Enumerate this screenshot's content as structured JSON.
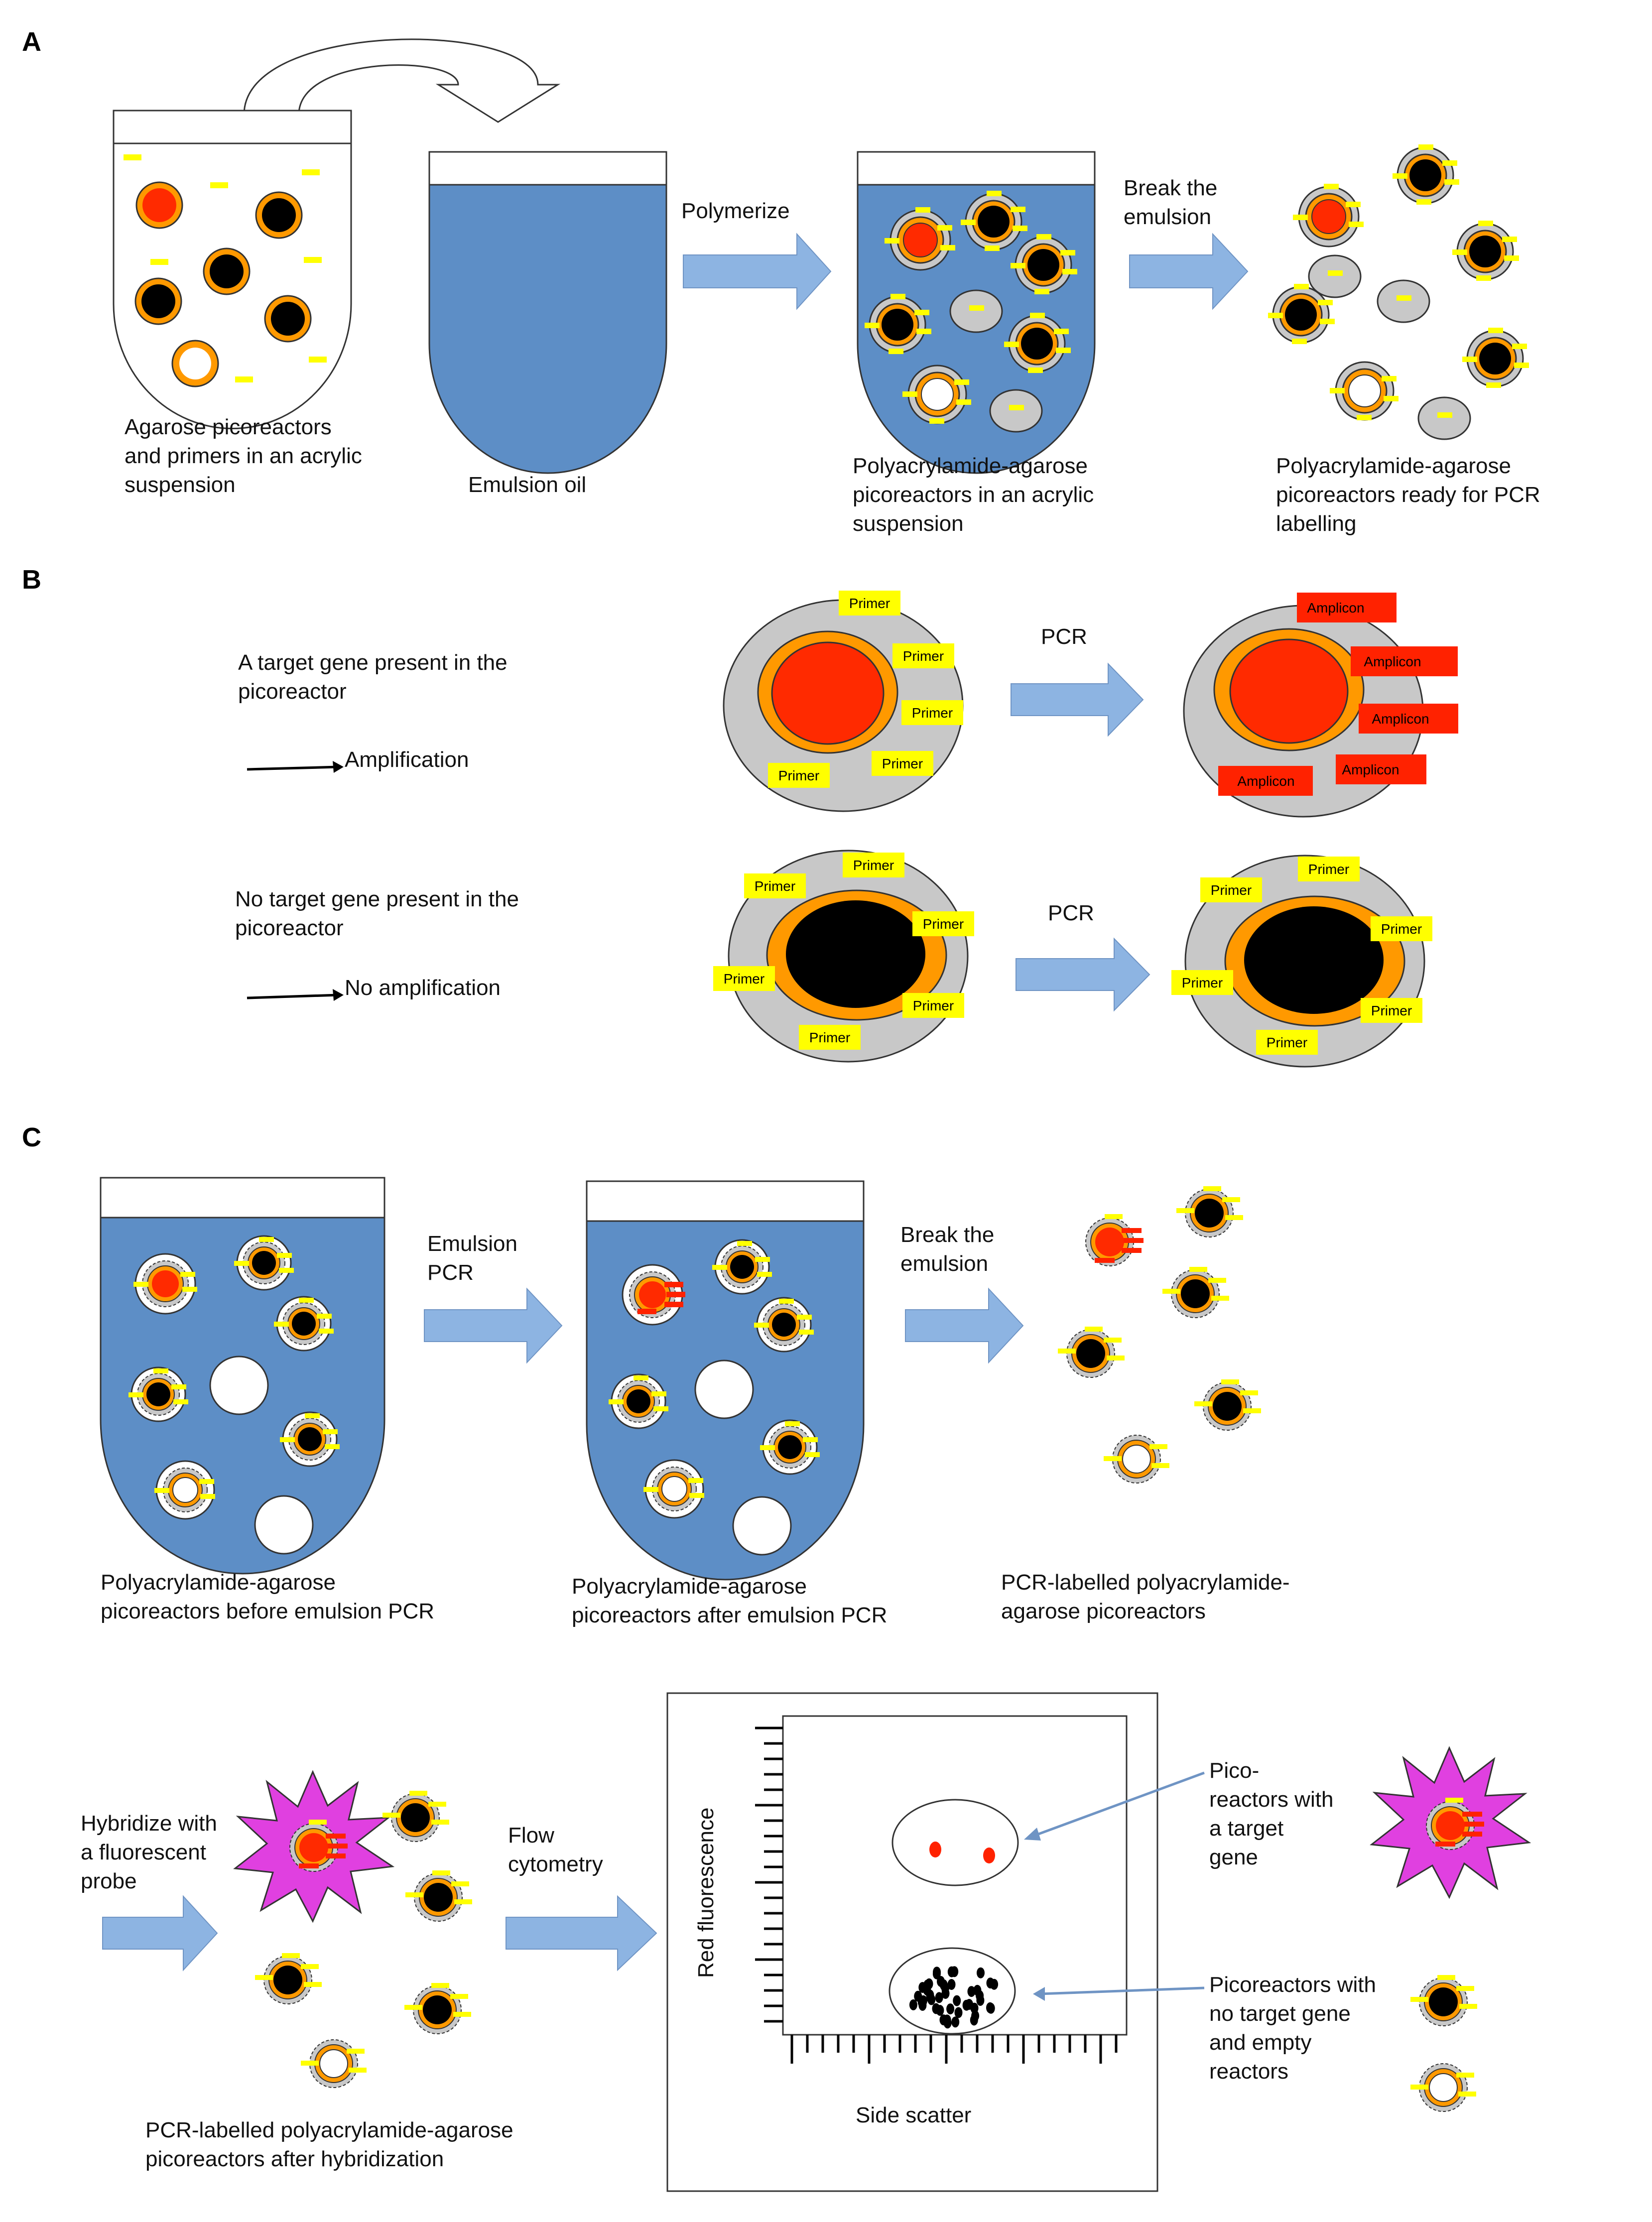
{
  "panels": {
    "a": "A",
    "b": "B",
    "c": "C"
  },
  "panel_a": {
    "captions": {
      "suspension": [
        "Agarose picoreactors",
        "and primers in an acrylic",
        "suspension"
      ],
      "oil": [
        "Emulsion oil"
      ],
      "pa_suspension": [
        "Polyacrylamide-agarose",
        "picoreactors in an acrylic",
        "suspension"
      ],
      "ready": [
        "Polyacrylamide-agarose",
        "picoreactors ready for PCR",
        "labelling"
      ]
    },
    "arrows": {
      "polymerize": "Polymerize",
      "break": [
        "Break the",
        "emulsion"
      ]
    }
  },
  "panel_b": {
    "target": [
      "A target gene present in the",
      "picoreactor"
    ],
    "amplification": "Amplification",
    "no_target": [
      "No target gene present in the",
      "picoreactor"
    ],
    "no_amplification": "No amplification",
    "pcr": "PCR",
    "primer": "Primer",
    "amplicon": "Amplicon"
  },
  "panel_c": {
    "captions": {
      "before": [
        "Polyacrylamide-agarose",
        "picoreactors before emulsion PCR"
      ],
      "after": [
        "Polyacrylamide-agarose",
        "picoreactors after emulsion PCR"
      ],
      "labelled": [
        "PCR-labelled polyacrylamide-",
        "agarose picoreactors"
      ],
      "hybridized": [
        "PCR-labelled polyacrylamide-agarose",
        "picoreactors after hybridization"
      ]
    },
    "arrows": {
      "emulsion_pcr": [
        "Emulsion",
        "PCR"
      ],
      "break": [
        "Break the",
        "emulsion"
      ],
      "hybridize": [
        "Hybridize with",
        "a fluorescent",
        "probe"
      ],
      "flow": [
        "Flow",
        "cytometry"
      ]
    },
    "plot": {
      "ylabel": "Red fluorescence",
      "xlabel": "Side scatter"
    },
    "legend": {
      "target": [
        "Pico-",
        "reactors with",
        "a target",
        "gene"
      ],
      "no_target": [
        "Picoreactors with",
        "no target gene",
        "and empty",
        "reactors"
      ]
    }
  },
  "colors": {
    "blue_fill": "#5d8ec6",
    "arrow_blue": "#8db4e2",
    "red_core": "#ff2a00",
    "orange_shell": "#ff9900",
    "gray_shell": "#c8c8c8",
    "primer_yellow": "#ffff00",
    "amplicon_red": "#ff2200",
    "probe_magenta": "#e040e0"
  }
}
